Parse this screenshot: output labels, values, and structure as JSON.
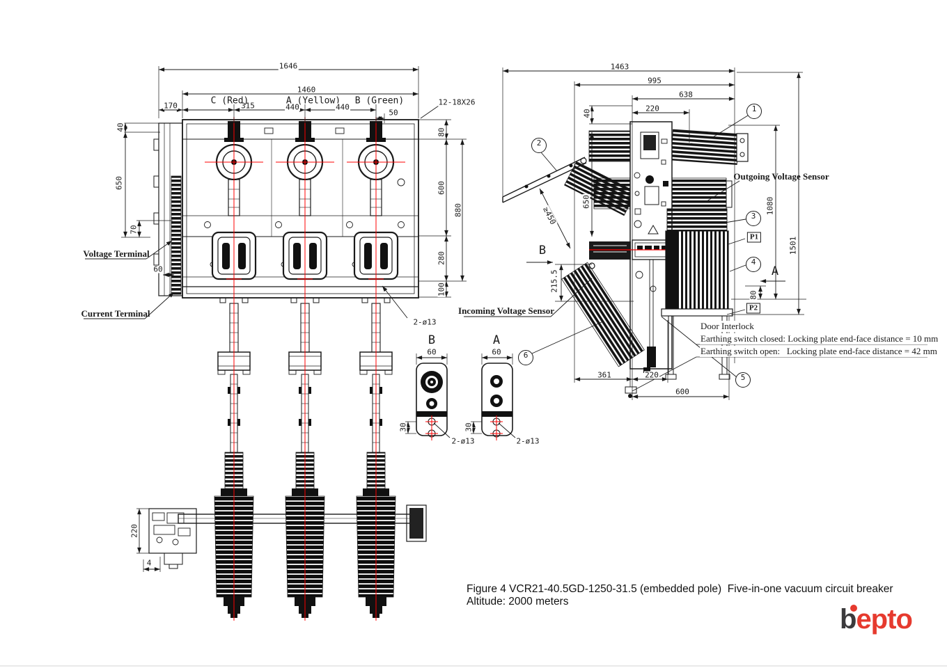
{
  "figure": {
    "caption_line1": "Figure 4 VCR21-40.5GD-1250-31.5 (embedded pole)  Five-in-one vacuum circuit breaker",
    "caption_line2": "Altitude: 2000 meters"
  },
  "logo": {
    "b": "b",
    "rest": "epto",
    "red": "#e63a2e",
    "dark": "#3b3a3c"
  },
  "colors": {
    "line": "#1a1a1a",
    "centerline": "#ff0000"
  },
  "front_view": {
    "dim_total": "1646",
    "dim_inner": "1460",
    "dim_170": "170",
    "dim_315": "315",
    "dim_440_ca": "440",
    "dim_440_ab": "440",
    "dim_50": "50",
    "slot_callout": "12-18X26",
    "phase_c": "C (Red)",
    "phase_a": "A (Yellow)",
    "phase_b": "B (Green)",
    "dim_40": "40",
    "dim_650": "650",
    "dim_70": "70",
    "dim_60": "60",
    "dim_80": "80",
    "dim_600": "600",
    "dim_880": "880",
    "dim_280": "280",
    "dim_100": "100",
    "hole_callout": "2-ø13",
    "label_voltage_terminal": "Voltage Terminal",
    "label_current_terminal": "Current Terminal",
    "dim_220": "220",
    "dim_4": "4"
  },
  "side_view": {
    "dim_1463": "1463",
    "dim_995": "995",
    "dim_638": "638",
    "dim_220_top": "220",
    "dim_40": "40",
    "dim_650": "650",
    "dim_min_clearance": "≥450",
    "dim_215_5": "215.5",
    "dim_1080": "1080",
    "dim_1501": "1501",
    "dim_80": "80",
    "dim_361": "361",
    "dim_220_bottom": "220",
    "dim_600": "600",
    "label_outgoing": "Outgoing Voltage Sensor",
    "label_incoming": "Incoming Voltage Sensor",
    "section_a": "A",
    "section_b": "B",
    "p1": "P1",
    "p2": "P2",
    "balloons": {
      "b1": "1",
      "b2": "2",
      "b3": "3",
      "b4": "4",
      "b5": "5",
      "b6": "6"
    },
    "door_interlock": {
      "title": "Door Interlock",
      "closed_note": "Earthing switch closed: Locking plate end-face distance = 10 mm",
      "open_note": "Earthing switch open:   Locking plate end-face distance = 42 mm"
    }
  },
  "detail_views": {
    "view_b": {
      "title": "B",
      "dim_width": "60",
      "dim_pitch": "30",
      "hole_callout": "2-ø13"
    },
    "view_a": {
      "title": "A",
      "dim_width": "60",
      "dim_pitch": "30",
      "hole_callout": "2-ø13"
    }
  }
}
